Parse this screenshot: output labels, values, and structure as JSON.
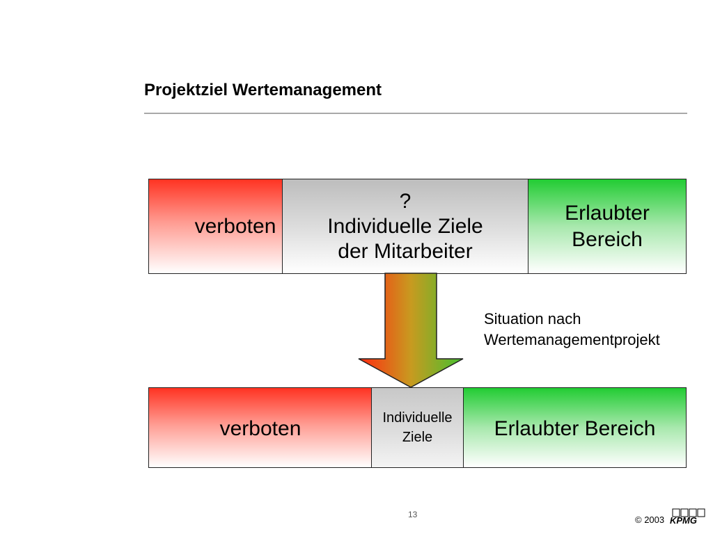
{
  "slide": {
    "title": "Projektziel Wertemanagement",
    "page_number": "13",
    "copyright": "© 2003",
    "brand": "KPMG"
  },
  "top_bar": {
    "forbidden": "verboten",
    "unknown_mark": "?",
    "goals_line1": "Individuelle Ziele",
    "goals_line2": "der Mitarbeiter",
    "allowed_line1": "Erlaubter",
    "allowed_line2": "Bereich"
  },
  "bottom_bar": {
    "forbidden": "verboten",
    "goals_line1": "Individuelle",
    "goals_line2": "Ziele",
    "allowed": "Erlaubter Bereich"
  },
  "caption": {
    "line1": "Situation nach",
    "line2": "Wertemanagementprojekt"
  },
  "colors": {
    "forbidden": "#ff3322",
    "allowed": "#22cc33",
    "neutral": "#c8c8c8"
  }
}
